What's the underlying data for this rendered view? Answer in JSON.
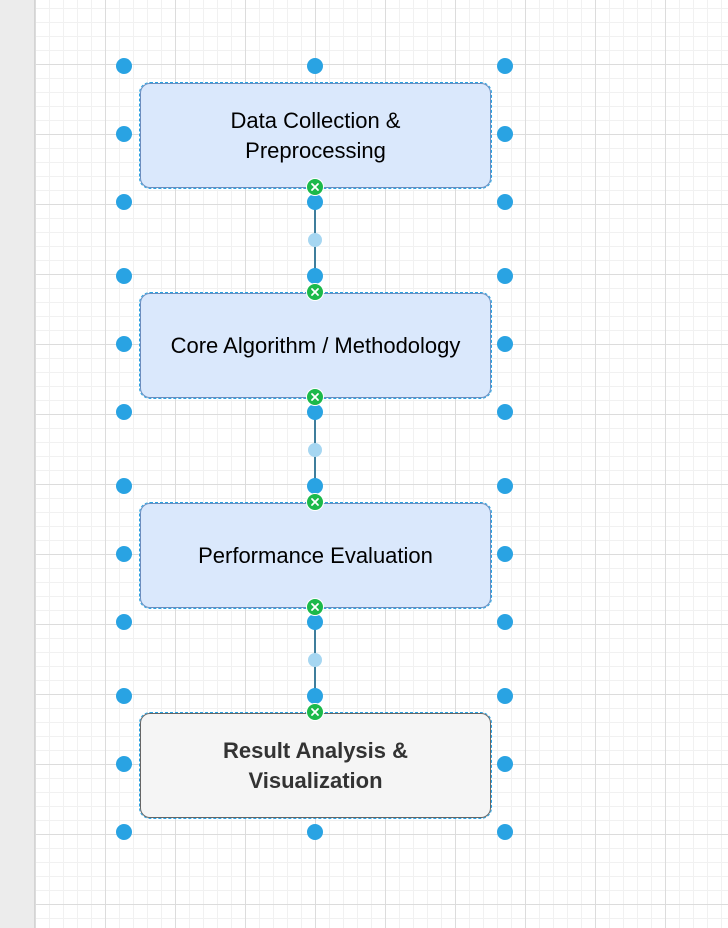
{
  "colors": {
    "grid_major": "#dcdcdc",
    "grid_minor": "#f1f1f1",
    "box_fill_blue": "#dae8fc",
    "box_border_blue": "#6c8ebf",
    "box_fill_gray": "#f5f5f5",
    "box_border_gray": "#666666",
    "selection_handle": "#29a3e3",
    "connection_point": "#1cb94a",
    "edge": "#3f7e9c"
  },
  "diagram": {
    "nodes": [
      {
        "id": "n1",
        "label": "Data Collection & Preprocessing",
        "style": "blue"
      },
      {
        "id": "n2",
        "label": "Core Algorithm / Methodology",
        "style": "blue"
      },
      {
        "id": "n3",
        "label": "Performance Evaluation",
        "style": "blue"
      },
      {
        "id": "n4",
        "label": "Result Analysis & Visualization",
        "style": "gray-bold"
      }
    ],
    "edges": [
      {
        "from": "n1",
        "to": "n2"
      },
      {
        "from": "n2",
        "to": "n3"
      },
      {
        "from": "n3",
        "to": "n4"
      }
    ],
    "selection": {
      "selected_all": true,
      "handle_icon": "resize-handle-icon",
      "connection_icon": "connection-point-icon"
    }
  }
}
